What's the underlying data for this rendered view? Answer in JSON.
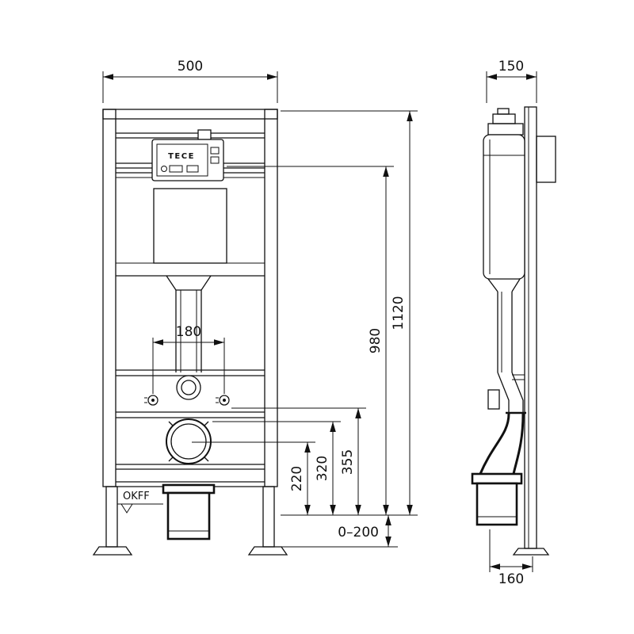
{
  "drawing": {
    "brand": "TECE",
    "datum_label": "OKFF",
    "colors": {
      "line": "#111111",
      "background": "#ffffff"
    },
    "dimensions": {
      "front_width": "500",
      "side_depth": "150",
      "total_height": "1120",
      "actuation_height": "980",
      "bolt_spacing": "180",
      "fixing_height": "355",
      "bend_height": "320",
      "outlet_height": "220",
      "foot_adjust_range": "0–200",
      "bottom_depth": "160"
    }
  }
}
